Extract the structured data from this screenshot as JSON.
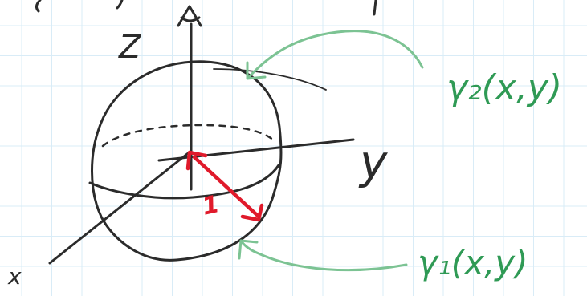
{
  "axes": {
    "z_label": "Z",
    "y_label": "y",
    "x_label": "x"
  },
  "radius_label": "1",
  "surfaces": {
    "upper": {
      "label": "γ₂(x,y)"
    },
    "lower": {
      "label": "γ₁(x,y)"
    }
  },
  "colors": {
    "ink": "#2b2b2b",
    "annotation": "#2f9a55",
    "radius": "#e01a2b",
    "grid": "#d9ecf7"
  }
}
